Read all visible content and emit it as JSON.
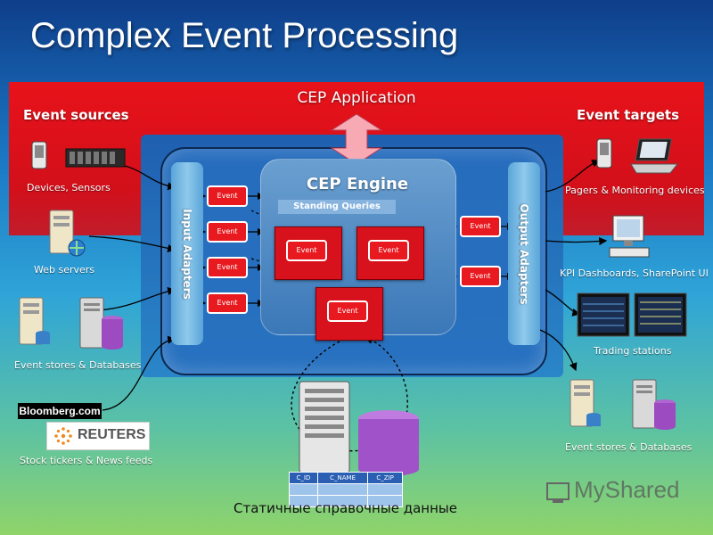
{
  "title": "Complex Event Processing",
  "cep_application": "CEP Application",
  "event_sources": {
    "label": "Event sources",
    "captions": {
      "devices": "Devices, Sensors",
      "web": "Web servers",
      "stores": "Event stores & Databases",
      "tickers": "Stock tickers & News feeds"
    },
    "bloomberg": "Bloomberg.com",
    "reuters": "REUTERS"
  },
  "event_targets": {
    "label": "Event targets",
    "captions": {
      "pagers": "Pagers & Monitoring devices",
      "kpi": "KPI Dashboards, SharePoint UI",
      "trading": "Trading stations",
      "stores": "Event stores & Databases"
    }
  },
  "input_adapters": "Input Adapters",
  "output_adapters": "Output Adapters",
  "engine": {
    "label": "CEP Engine",
    "standing_queries": "Standing Queries"
  },
  "event_label": "Event",
  "reference_table": {
    "headers": [
      "C_ID",
      "C_NAME",
      "C_ZIP"
    ]
  },
  "static_caption": "Статичные справочные данные",
  "watermark": "MyShared"
}
